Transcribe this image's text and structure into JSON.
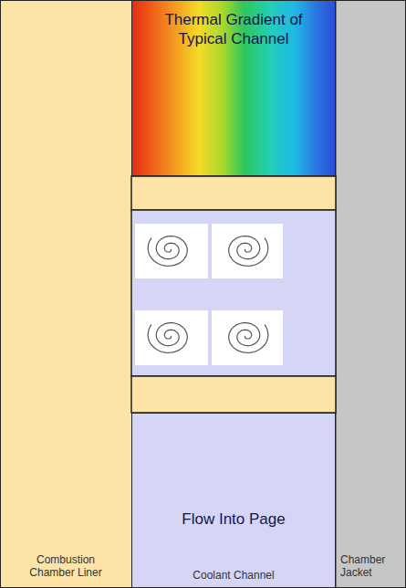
{
  "diagram": {
    "nodes": [
      {
        "text": [
          "Combustion Chamber Liner"
        ]
      },
      {
        "text": [
          "Thermal Gradient of Typical Channel"
        ]
      },
      {
        "text": [
          "Flow Into Page",
          "Coolant Channel"
        ]
      },
      {
        "text": [
          "Chamber Jacket"
        ]
      }
    ]
  }
}
